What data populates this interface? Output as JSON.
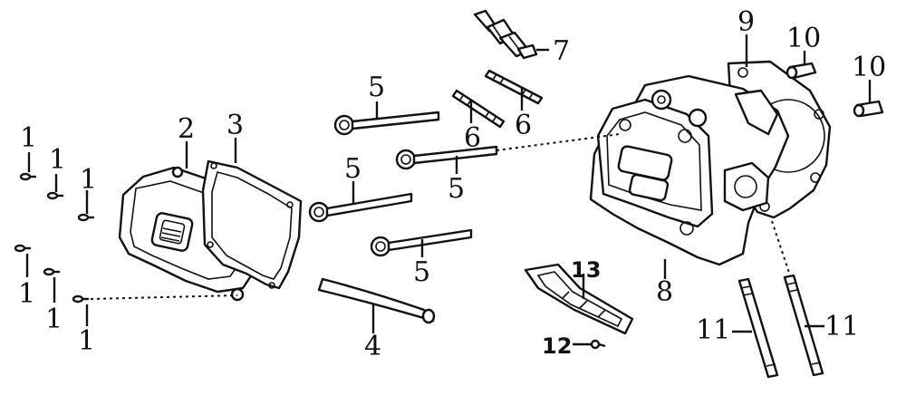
{
  "callouts": {
    "p1a": "1",
    "p1b": "1",
    "p1c": "1",
    "p1d": "1",
    "p1e": "1",
    "p1f": "1",
    "p2": "2",
    "p3": "3",
    "p4": "4",
    "p5a": "5",
    "p5b": "5",
    "p5c": "5",
    "p5d": "5",
    "p6a": "6",
    "p6b": "6",
    "p7": "7",
    "p8": "8",
    "p9": "9",
    "p10a": "10",
    "p10b": "10",
    "p11a": "11",
    "p11b": "11",
    "p12": "12",
    "p13": "13"
  }
}
